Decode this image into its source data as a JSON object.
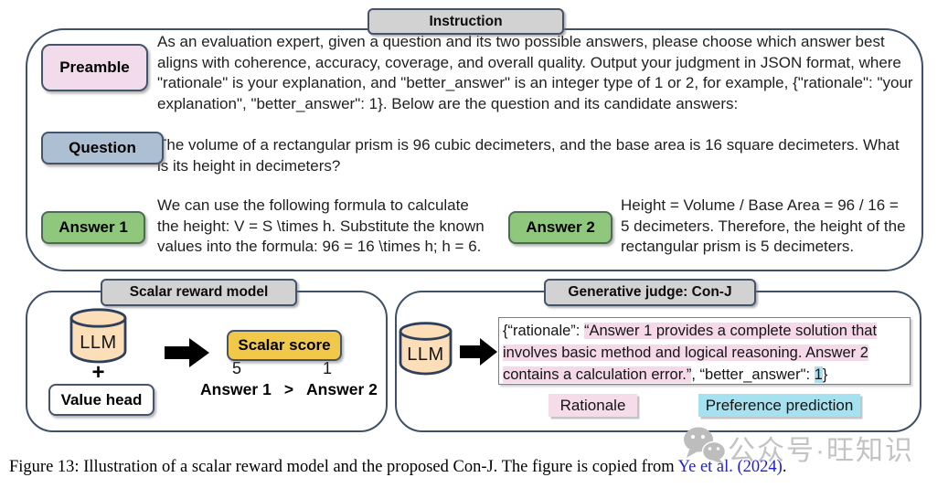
{
  "instruction": {
    "header": "Instruction",
    "preamble": {
      "label": "Preamble",
      "text": "As an evaluation expert, given a question and its two possible answers, please choose which answer best aligns with coherence, accuracy, coverage, and overall quality. Output your judgment in JSON format, where \"rationale\" is your explanation, and \"better_answer\" is an integer type of 1 or 2, for example, {\"rationale\": \"your explanation\", \"better_answer\": 1}. Below are the question and its candidate answers:"
    },
    "question": {
      "label": "Question",
      "text": "The volume of a rectangular prism is 96 cubic decimeters, and the base area is 16 square decimeters. What is its height in decimeters?"
    },
    "answer1": {
      "label": "Answer 1",
      "text": "We can use the following formula to calculate the height: V = S \\times h. Substitute the known values into the formula: 96 = 16 \\times h; h = 6."
    },
    "answer2": {
      "label": "Answer 2",
      "text": "Height = Volume / Base Area = 96 / 16 = 5 decimeters. Therefore, the height of the rectangular prism is 5 decimeters."
    }
  },
  "scalar_model": {
    "header": "Scalar reward model",
    "llm_label": "LLM",
    "plus": "+",
    "value_head_label": "Value head",
    "score_box_label": "Scalar score",
    "score_left": "5",
    "score_right": "1",
    "comparison": {
      "left": "Answer 1",
      "op": ">",
      "right": "Answer 2"
    }
  },
  "conj": {
    "header": "Generative judge: Con-J",
    "llm_label": "LLM",
    "output": {
      "prefix": "{“rationale”: ",
      "rationale": "“Answer 1 provides a complete solution that involves basic method and logical reasoning. Answer 2 contains a calculation error.”",
      "mid": ", “better_answer\": ",
      "prediction": "1",
      "suffix": "}"
    },
    "rationale_label": "Rationale",
    "prediction_label": "Preference prediction"
  },
  "watermark": {
    "text": "公众号·旺知识"
  },
  "caption": {
    "prefix": "Figure 13: Illustration of a scalar reward model and the proposed Con-J. The figure is copied from ",
    "link": "Ye et al. (2024)",
    "suffix": "."
  },
  "colors": {
    "border_navy": "#3f5069",
    "header_gray": "#d2d2d2",
    "preamble_pink": "#f2dcec",
    "question_blue": "#adbfd3",
    "answer_green": "#8fc87c",
    "score_yellow": "#f2c84b",
    "cylinder_peach": "#fcdfb8",
    "rationale_highlight": "#f6d9e9",
    "prediction_highlight": "#a9dff0",
    "link_blue": "#2222cc"
  }
}
